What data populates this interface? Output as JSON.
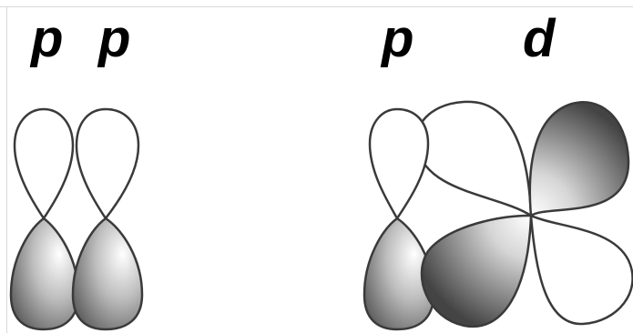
{
  "labels": {
    "p_left_1": "p",
    "p_left_2": "p",
    "p_right": "p",
    "d_right": "d"
  },
  "colors": {
    "outline": "#3a3a3a",
    "shade_light": "#ffffff",
    "shade_dark": "#4f4f4f",
    "frame": "#d9d9d9"
  }
}
